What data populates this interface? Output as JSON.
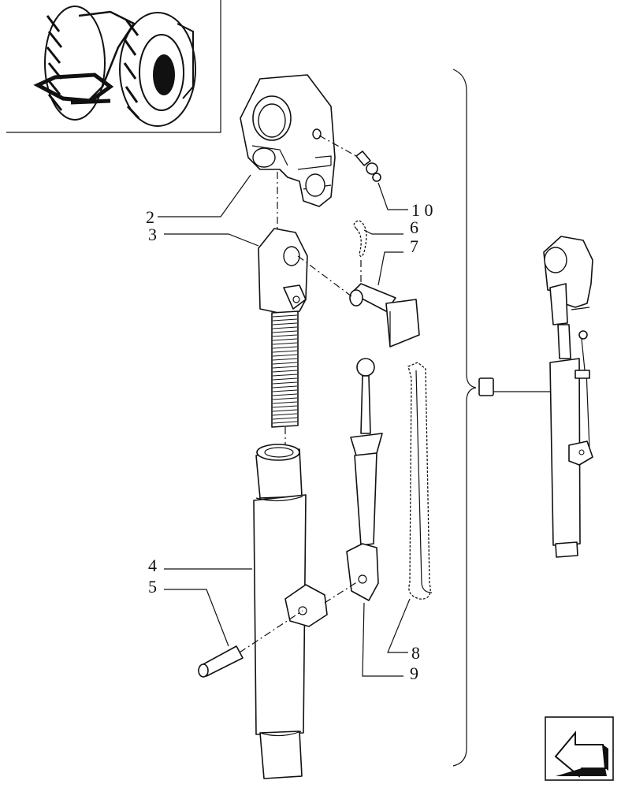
{
  "diagram": {
    "callouts": [
      {
        "id": "2",
        "text": "2"
      },
      {
        "id": "3",
        "text": "3"
      },
      {
        "id": "10",
        "text": "1 0"
      },
      {
        "id": "6",
        "text": "6"
      },
      {
        "id": "7",
        "text": "7"
      },
      {
        "id": "4",
        "text": "4"
      },
      {
        "id": "5",
        "text": "5"
      },
      {
        "id": "8",
        "text": "8"
      },
      {
        "id": "9",
        "text": "9"
      }
    ],
    "parts": [
      "upper-clevis",
      "threaded-rod-eye",
      "grease-nipple",
      "r-clip",
      "pin-with-plate",
      "tube-body",
      "roll-pin",
      "handle-lever",
      "spring-clip"
    ]
  },
  "thumbnail": {
    "icon": "tractor-rear-linkage-thumbnail"
  },
  "nav": {
    "icon": "previous-page-arrow-icon"
  },
  "colors": {
    "line": "#111111",
    "background": "#ffffff",
    "shade": "#d8d8d8"
  }
}
